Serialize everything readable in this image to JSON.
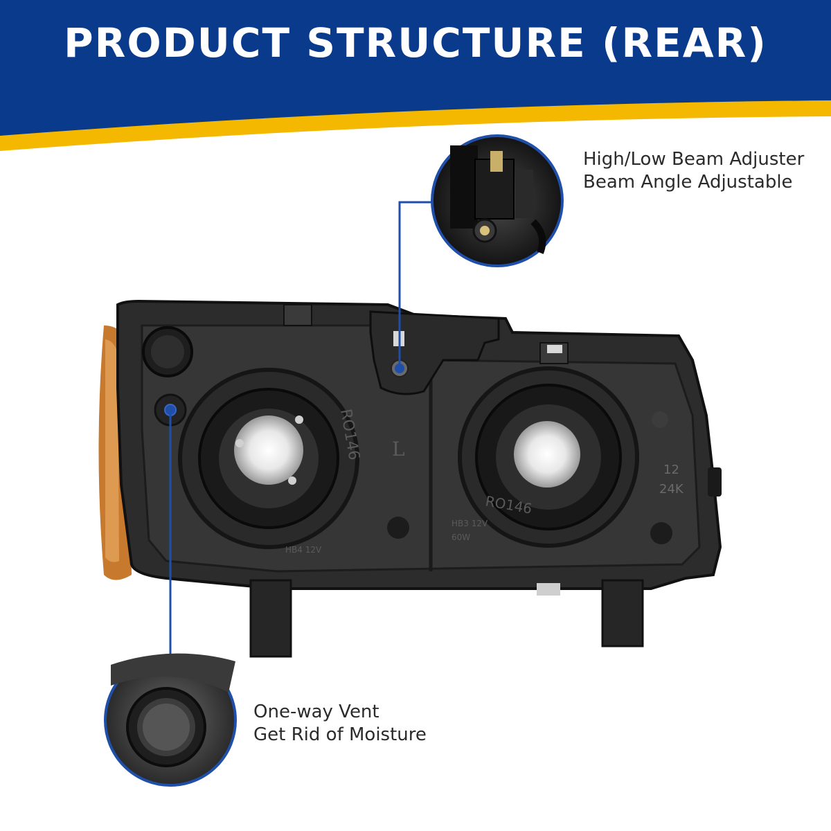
{
  "header": {
    "title": "PRODUCT STRUCTURE (REAR)",
    "banner_color": "#0a3a8c",
    "stripe_color": "#f5b800"
  },
  "callouts": {
    "adjuster": {
      "line1": "High/Low Beam Adjuster",
      "line2": "Beam Angle Adjustable"
    },
    "vent": {
      "line1": "One-way Vent",
      "line2": "Get Rid of Moisture"
    },
    "leader_color": "#1f4fa8"
  },
  "product": {
    "markings": {
      "housing_code_left": "RO146",
      "housing_code_right": "RO146",
      "side_letter": "L",
      "bulb_left": "HB4 12V",
      "bulb_right": "HB3 12V",
      "wattage": "60W",
      "corner_number": "12",
      "corner_code": "24K"
    }
  }
}
